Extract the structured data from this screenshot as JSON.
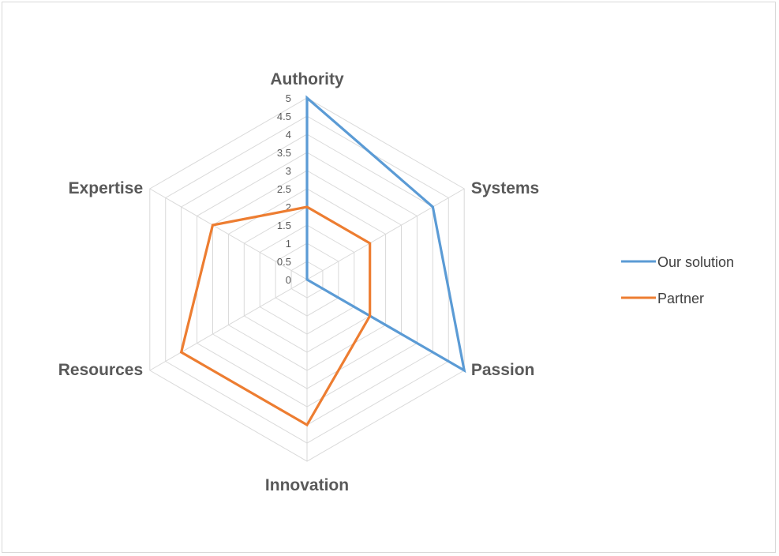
{
  "chart_data": {
    "type": "radar",
    "categories": [
      "Authority",
      "Systems",
      "Passion",
      "Innovation",
      "Resources",
      "Expertise"
    ],
    "series": [
      {
        "name": "Our solution",
        "values": [
          5,
          4,
          5,
          0,
          0,
          0
        ],
        "color": "#5b9bd5"
      },
      {
        "name": "Partner",
        "values": [
          2,
          2,
          2,
          4,
          4,
          3
        ],
        "color": "#ed7d31"
      }
    ],
    "rlim": [
      0,
      5
    ],
    "ticks": [
      "0",
      "0.5",
      "1",
      "1.5",
      "2",
      "2.5",
      "3",
      "3.5",
      "4",
      "4.5",
      "5"
    ],
    "legend_position": "right",
    "grid": true
  }
}
